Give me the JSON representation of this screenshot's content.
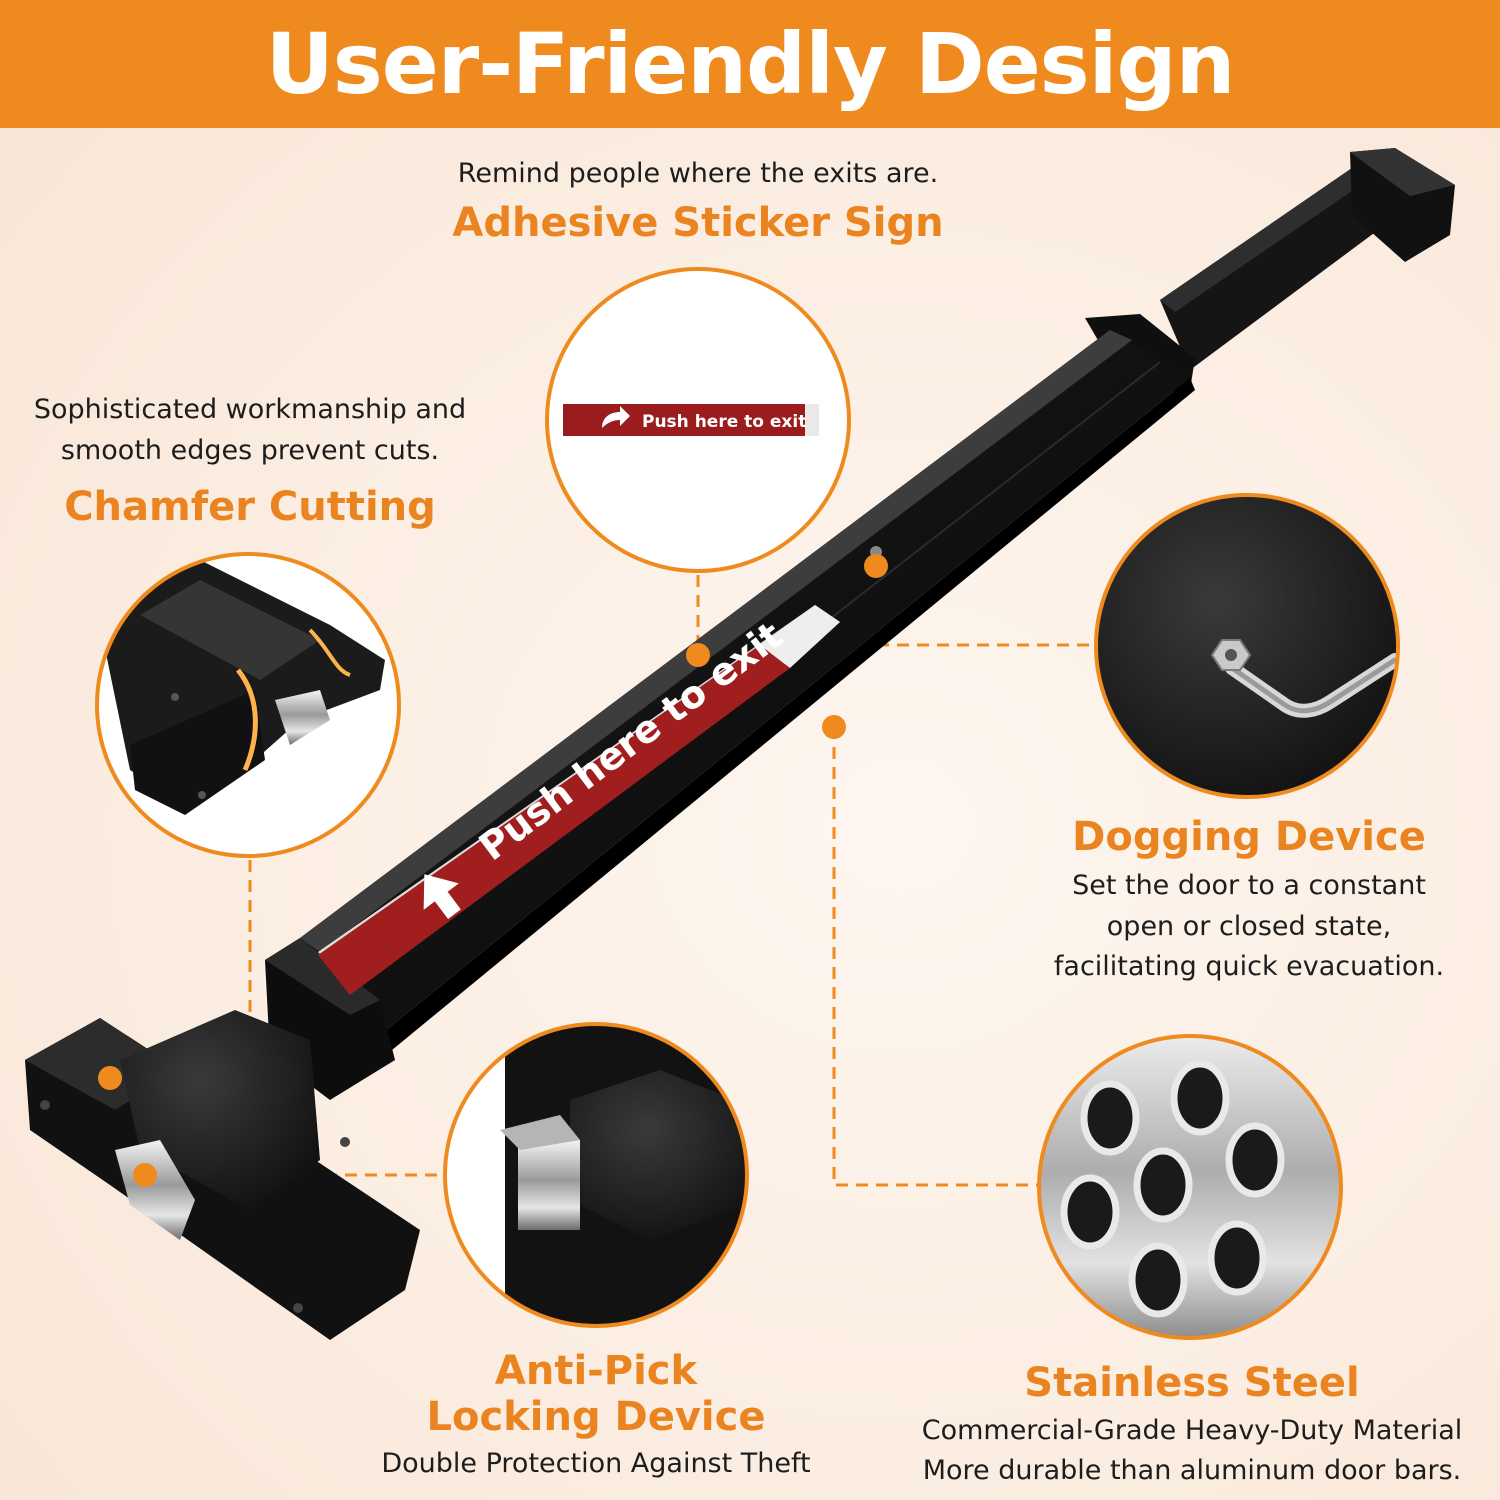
{
  "banner": {
    "title": "User-Friendly Design"
  },
  "sticker_text": "Push here to exit",
  "callouts": {
    "sticker": {
      "title": "Adhesive Sticker Sign",
      "desc": "Remind people where the exits are."
    },
    "chamfer": {
      "title": "Chamfer Cutting",
      "desc_line1": "Sophisticated workmanship and",
      "desc_line2": "smooth edges prevent cuts."
    },
    "dogging": {
      "title": "Dogging Device",
      "desc_line1": "Set the door to a constant",
      "desc_line2": "open or closed state,",
      "desc_line3": "facilitating quick evacuation."
    },
    "antipick": {
      "title_line1": "Anti-Pick",
      "title_line2": "Locking Device",
      "desc": "Double Protection Against Theft"
    },
    "steel": {
      "title": "Stainless Steel",
      "desc_line1": "Commercial-Grade Heavy-Duty Material",
      "desc_line2": "More durable than aluminum door bars."
    }
  },
  "colors": {
    "accent": "#ef8a1f",
    "heading": "#ea8420",
    "bar": "#121212",
    "sticker": "#9b1c1c"
  },
  "icons": {
    "sticker_arrow": "curved-arrow-icon",
    "bar_arrow": "up-arrow-icon"
  }
}
